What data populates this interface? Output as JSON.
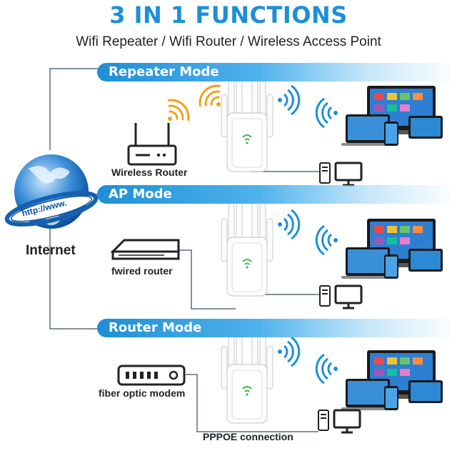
{
  "title": "3 IN 1 FUNCTIONS",
  "subtitle": "Wifi Repeater / Wifi Router / Wireless Access Point",
  "internet": {
    "label": "Internet",
    "globe_text": "http://www."
  },
  "modes": [
    {
      "name": "Repeater Mode",
      "device_label": "Wireless Router",
      "device_icon": "wifi-router-icon"
    },
    {
      "name": "AP Mode",
      "device_label": "fwired router",
      "device_icon": "wired-router-icon"
    },
    {
      "name": "Router Mode",
      "device_label": "fiber optic modem",
      "device_icon": "fiber-modem-icon",
      "connection_label": "PPPOE connection"
    }
  ],
  "colors": {
    "accent": "#1e8fd6",
    "signal_blue": "#1e8fd6",
    "signal_orange": "#f0a01e"
  }
}
